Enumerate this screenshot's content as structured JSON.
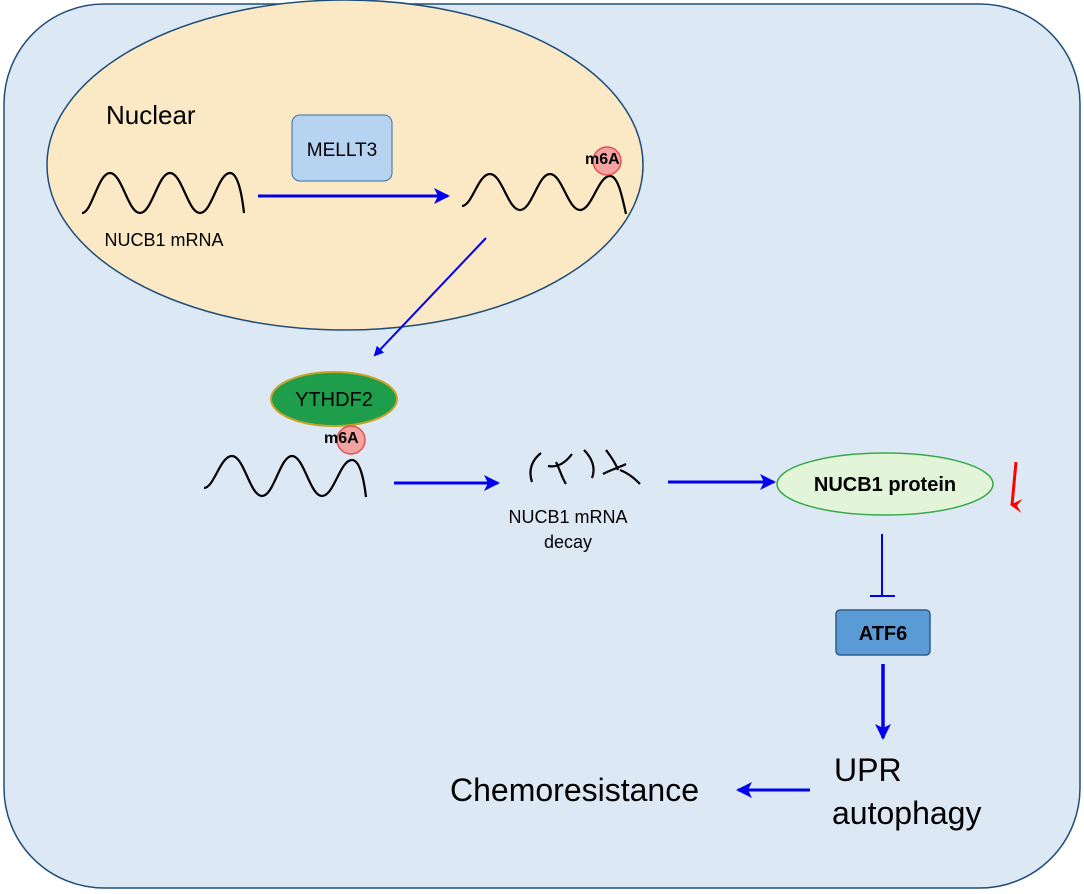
{
  "colors": {
    "cell_fill": "#dde8f5",
    "cell_stroke": "#1f4e79",
    "nucleus_fill": "#fbe8c4",
    "nucleus_stroke": "#1f4e79",
    "arrow_blue": "#0000ee",
    "arrow_red": "#ff0000",
    "mellt3_fill": "#b7d3f2",
    "ythdf2_fill": "#1e9e4a",
    "ythdf2_stroke": "#c9a227",
    "nucb1_fill": "#e2f5d9",
    "nucb1_stroke": "#3aa84a",
    "atf6_fill": "#5b9bd5",
    "m6a_fill": "#f4a3a3",
    "m6a_stroke": "#e05050"
  },
  "labels": {
    "nuclear": "Nuclear",
    "mellt3": "MELLT3",
    "m6a_top": "m6A",
    "m6a_bottom": "m6A",
    "nucb1_mrna": "NUCB1 mRNA",
    "ythdf2": "YTHDF2",
    "decay_line1": "NUCB1 mRNA",
    "decay_line2": "decay",
    "nucb1_protein": "NUCB1 protein",
    "atf6": "ATF6",
    "upr": "UPR",
    "autophagy": "autophagy",
    "chemoresistance": "Chemoresistance"
  },
  "icons": {
    "mrna": "sine-wave-icon",
    "m6a": "methylation-circle-icon",
    "down_arrow": "red-down-arrow-icon",
    "inhibition": "t-bar-inhibition-icon"
  }
}
